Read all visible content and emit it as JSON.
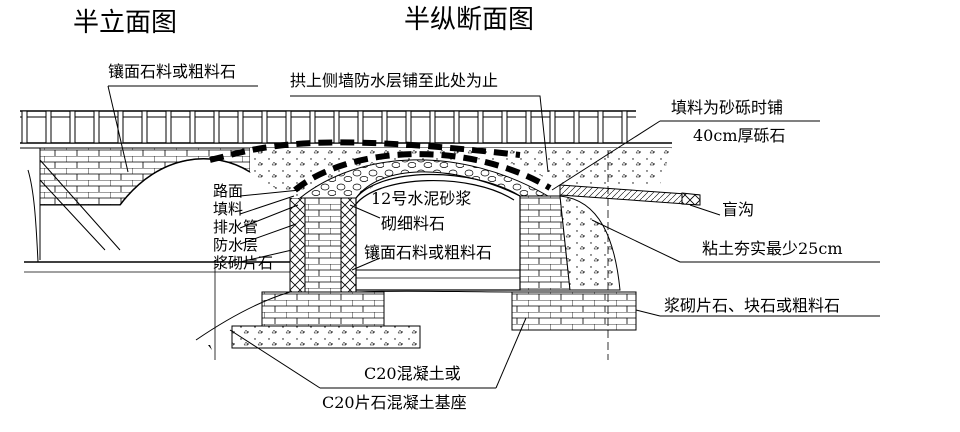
{
  "titles": {
    "half_elevation": "半立面图",
    "half_section": "半纵断面图"
  },
  "labels": {
    "facing_stone": "镶面石料或粗料石",
    "waterproof_end": "拱上侧墙防水层铺至此处为止",
    "fill_gravel_line1": "填料为砂砾时铺",
    "fill_gravel_line2": "40cm厚砾石",
    "blind_ditch": "盲沟",
    "clay_compact": "粘土夯实最少25cm",
    "mortar_rubble": "浆砌片石、块石或粗料石",
    "mortar_no12": "12号水泥砂浆",
    "fine_stone": "砌细料石",
    "facing_stone_2": "镶面石料或粗料石",
    "c20_concrete": "C20混凝土或",
    "c20_rubble_base": "C20片石混凝土基座"
  },
  "layers": [
    "路面",
    "填料",
    "排水管",
    "防水层",
    "浆砌片石"
  ]
}
